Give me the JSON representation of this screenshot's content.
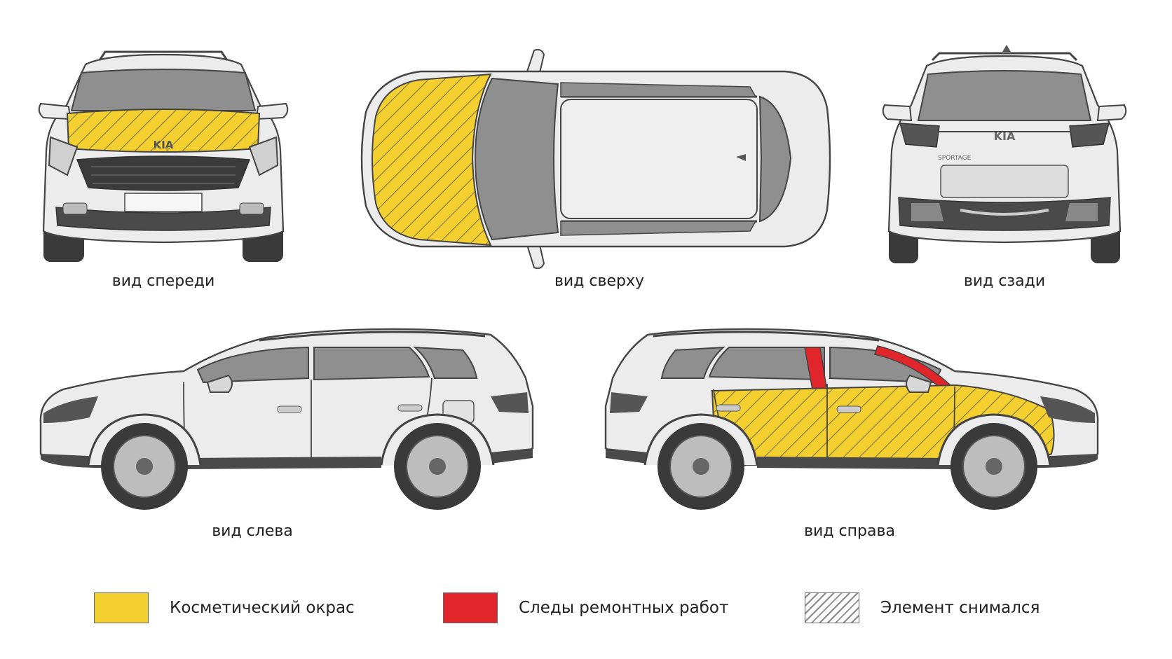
{
  "views": {
    "front": "вид спереди",
    "top": "вид сверху",
    "rear": "вид сзади",
    "left": "вид слева",
    "right": "вид справа"
  },
  "badges": {
    "brand": "KIA",
    "model": "SPORTAGE"
  },
  "legend": [
    {
      "label": "Косметический окрас",
      "color": "#f3cf2f",
      "pattern": "solid"
    },
    {
      "label": "Следы ремонтных работ",
      "color": "#e0252b",
      "pattern": "solid"
    },
    {
      "label": "Элемент снимался",
      "color": "#ffffff",
      "pattern": "hatch"
    }
  ],
  "colors": {
    "cosmetic": "#f3cf2f",
    "repair": "#e0252b",
    "body": "#ececec",
    "outline": "#444444",
    "glass": "#8f8f8f",
    "trim": "#3b3b3b"
  },
  "damaged_parts": {
    "front_view": [
      "hood"
    ],
    "top_view": [
      "hood"
    ],
    "right_view": [
      "front-fender",
      "front-door",
      "rear-door",
      "b-pillar",
      "roof-rail"
    ]
  }
}
